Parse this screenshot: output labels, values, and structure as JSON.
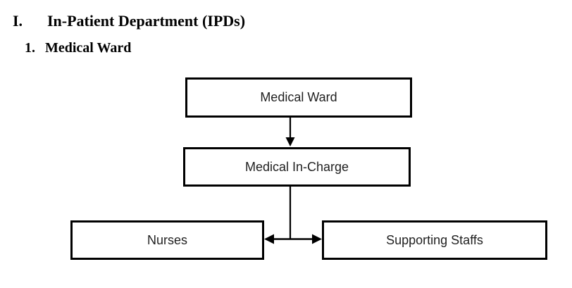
{
  "headings": {
    "main": {
      "numeral": "I.",
      "text": "In-Patient Department (IPDs)"
    },
    "sub": {
      "numeral": "1.",
      "text": "Medical Ward"
    }
  },
  "diagram": {
    "type": "org-chart",
    "nodes": [
      {
        "id": "medical-ward",
        "label": "Medical Ward"
      },
      {
        "id": "medical-in-charge",
        "label": "Medical In-Charge"
      },
      {
        "id": "nurses",
        "label": "Nurses"
      },
      {
        "id": "supporting-staffs",
        "label": "Supporting Staffs"
      }
    ],
    "edges": [
      {
        "from": "medical-ward",
        "to": "medical-in-charge",
        "style": "single-arrow-down"
      },
      {
        "from": "medical-in-charge",
        "to": "nurses",
        "style": "t-junction-arrow-left"
      },
      {
        "from": "medical-in-charge",
        "to": "supporting-staffs",
        "style": "t-junction-arrow-right"
      }
    ],
    "colors": {
      "line": "#000000",
      "box_border": "#000000",
      "box_fill": "#ffffff",
      "text": "#1f1f1f",
      "page_bg": "#ffffff"
    }
  }
}
